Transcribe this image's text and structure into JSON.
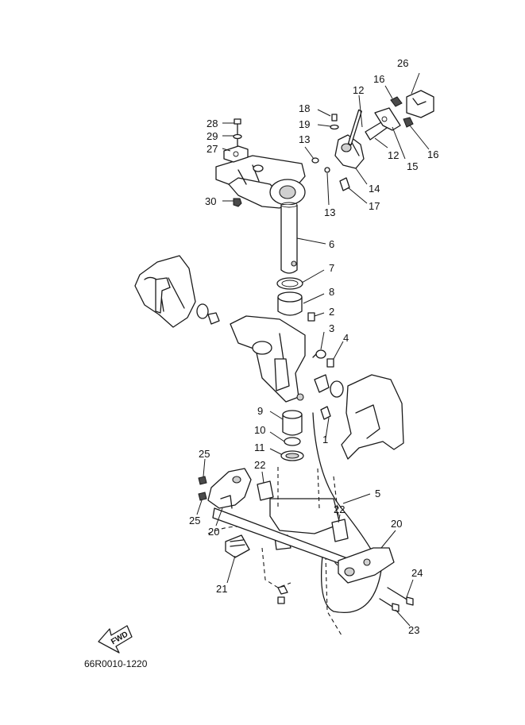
{
  "diagram": {
    "code": "66R0010-1220",
    "direction_label": "FWD",
    "callouts": [
      "1",
      "2",
      "3",
      "4",
      "5",
      "6",
      "7",
      "8",
      "9",
      "10",
      "11",
      "12",
      "12",
      "13",
      "13",
      "14",
      "15",
      "16",
      "16",
      "17",
      "18",
      "19",
      "20",
      "20",
      "21",
      "22",
      "22",
      "23",
      "24",
      "25",
      "25",
      "26",
      "27",
      "28",
      "29",
      "30"
    ]
  }
}
